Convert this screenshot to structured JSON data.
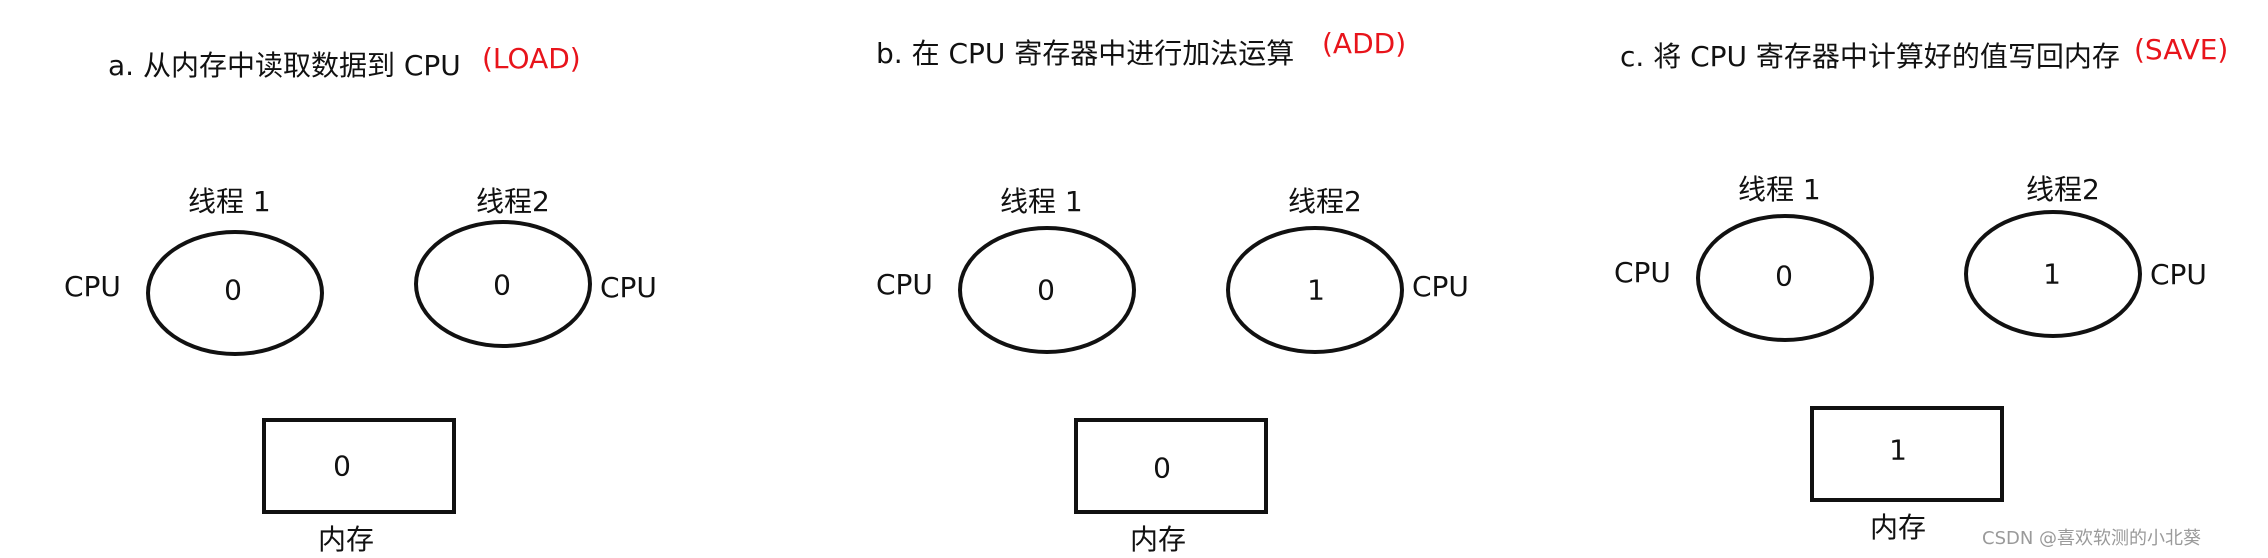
{
  "panels": [
    {
      "title": "a. 从内存中读取数据到 CPU",
      "op": "(LOAD)",
      "thread1_label": "线程 1",
      "thread2_label": "线程2",
      "cpu_left": "CPU",
      "cpu_right": "CPU",
      "thread1_value": "0",
      "thread2_value": "0",
      "memory_value": "0",
      "memory_label": "内存"
    },
    {
      "title": "b. 在 CPU 寄存器中进行加法运算",
      "op": "(ADD)",
      "thread1_label": "线程 1",
      "thread2_label": "线程2",
      "cpu_left": "CPU",
      "cpu_right": "CPU",
      "thread1_value": "0",
      "thread2_value": "1",
      "memory_value": "0",
      "memory_label": "内存"
    },
    {
      "title": "c. 将 CPU 寄存器中计算好的值写回内存",
      "op": "(SAVE)",
      "thread1_label": "线程 1",
      "thread2_label": "线程2",
      "cpu_left": "CPU",
      "cpu_right": "CPU",
      "thread1_value": "0",
      "thread2_value": "1",
      "memory_value": "1",
      "memory_label": "内存"
    }
  ],
  "watermark": "CSDN @喜欢软测的小北葵"
}
